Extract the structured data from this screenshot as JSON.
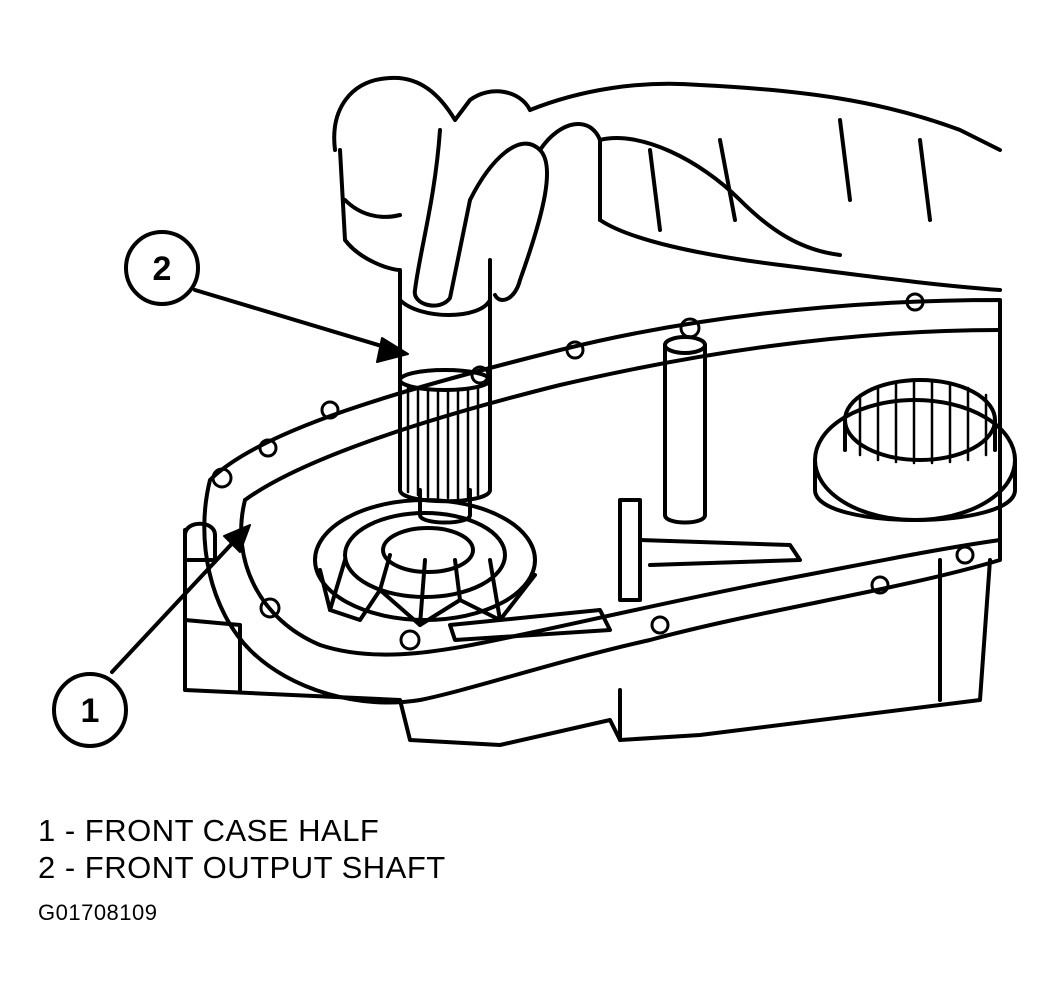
{
  "callouts": [
    {
      "number": "1"
    },
    {
      "number": "2"
    }
  ],
  "legend": [
    "1 - FRONT CASE HALF",
    "2 - FRONT OUTPUT SHAFT"
  ],
  "figure_id": "G01708109"
}
